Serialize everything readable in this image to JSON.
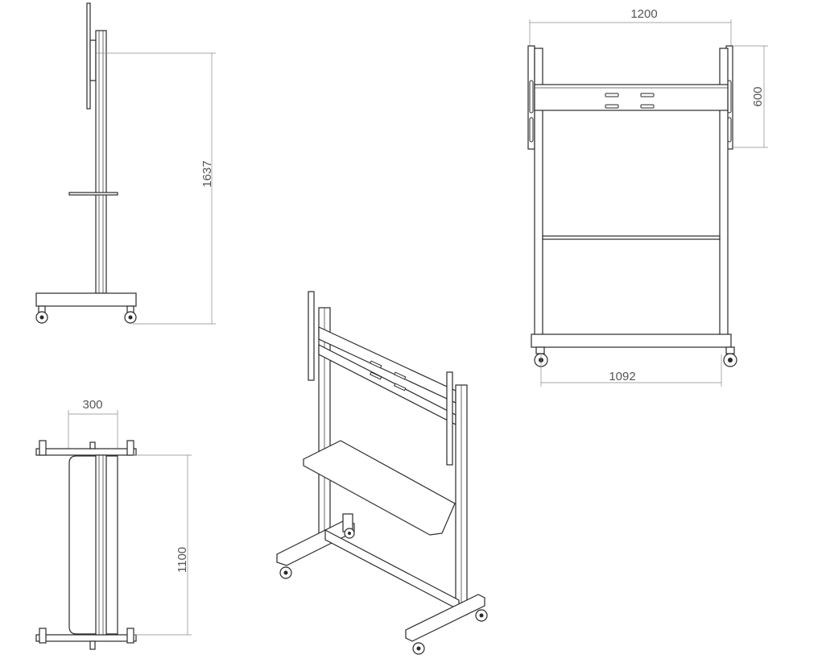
{
  "dimensions": {
    "side_height": "1637",
    "top_depth": "300",
    "top_length": "1100",
    "front_vesa_width": "1200",
    "front_vesa_height": "600",
    "front_base_width": "1092"
  }
}
